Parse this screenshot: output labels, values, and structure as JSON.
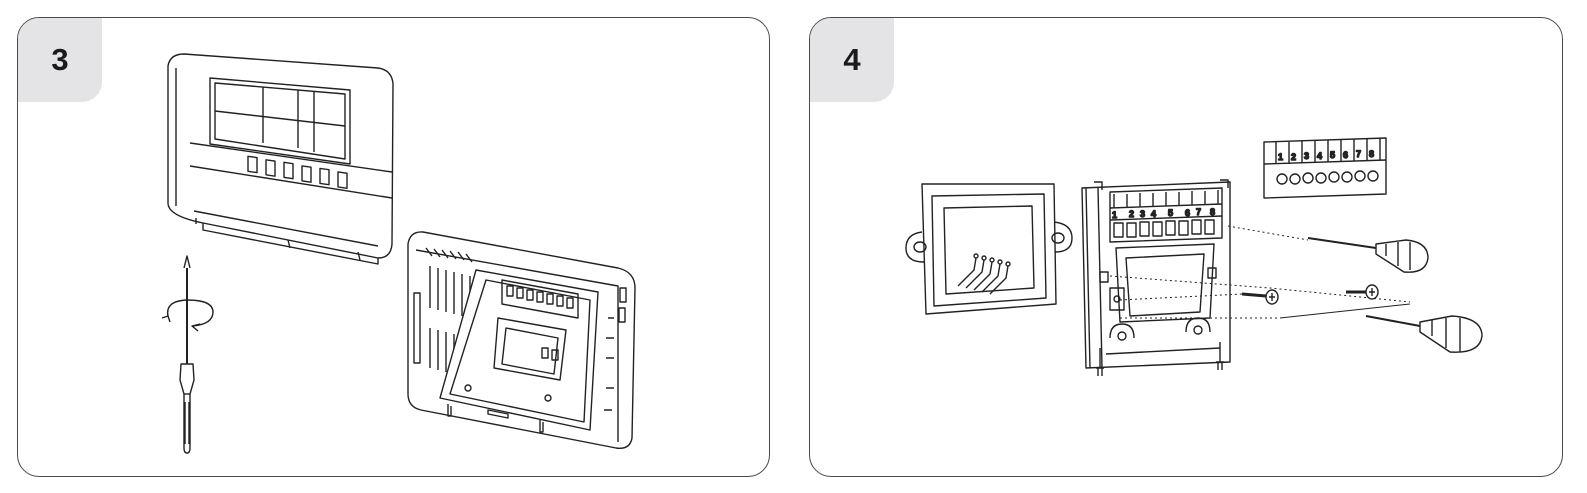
{
  "panels": [
    {
      "step": "3"
    },
    {
      "step": "4"
    }
  ],
  "terminal_block": {
    "numbers": [
      "1",
      "2",
      "3",
      "4",
      "5",
      "6",
      "7",
      "8"
    ]
  },
  "backplate": {
    "terminal_labels": [
      "1",
      "2",
      "3",
      "4",
      "5",
      "6",
      "7",
      "8"
    ]
  },
  "icons": [
    "thermostat-front-cover",
    "thermostat-back-housing",
    "screwdriver-icon",
    "rotate-arrow-icon",
    "wall-box-icon",
    "back-plate-icon",
    "terminal-block-icon",
    "screw-icon"
  ],
  "colors": {
    "line": "#222222",
    "tab": "#e4e4e6",
    "border": "#4a4a4a"
  }
}
